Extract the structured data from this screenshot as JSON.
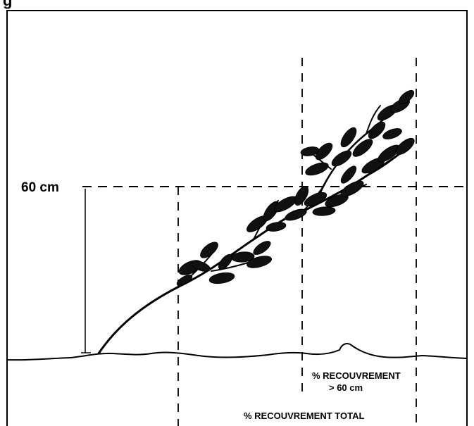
{
  "figure": {
    "title_fragment": "g",
    "height_label": "60 cm",
    "cover_above_label_line1": "% RECOUVREMENT",
    "cover_above_label_line2": "> 60 cm",
    "cover_total_label": "% RECOUVREMENT TOTAL"
  },
  "colors": {
    "ink": "#000000",
    "background": "#ffffff"
  },
  "icons": {
    "plant": "branching-fern-plant-illustration"
  }
}
